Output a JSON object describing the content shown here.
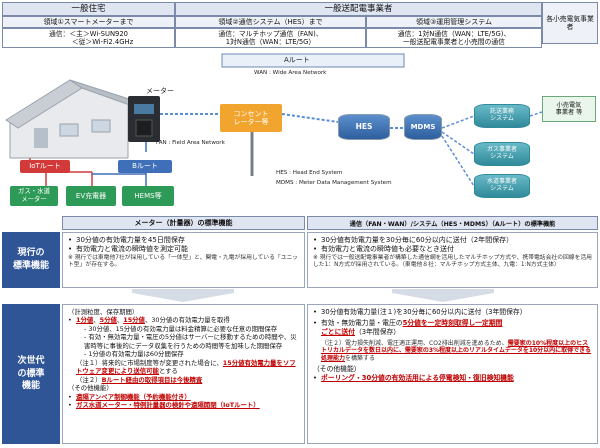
{
  "header": {
    "group_household": "一般住宅",
    "group_retailer": "一般送配電事業者",
    "small_retailer": "各小売電気事業者",
    "domain1_title": "領域①スマートメーターまで",
    "domain2_title": "領域②通信システム（HES）まで",
    "domain3_title": "領域③運用管理システム",
    "domain1_line1": "通信：＜主＞Wi-SUN920",
    "domain1_line2": "＜従＞Wi-Fi2.4GHz",
    "domain2_line1": "通信：マルチホップ通信（FAN)、",
    "domain2_line2": "1対N通信（WAN：LTE/5G）",
    "domain3_line1": "通信：1対N通信（WAN：LTE/5G)、",
    "domain3_line2": "一般送配電事業者と小売間の通信"
  },
  "diagram": {
    "meter_label": "メーター",
    "a_route": "Aルート",
    "wan_label": "WAN : Wide Area Network",
    "concentrator": "コンセント\nレーター等",
    "fan_label": "FAN : Field Area Network",
    "hes": "HES",
    "mdms": "MDMS",
    "iot_route": "IoTルート",
    "b_route": "Bルート",
    "gas_water": "ガス・水道\nメーター",
    "ev": "EV充電器",
    "hems": "HEMS等",
    "hes_def": "HES : Head End System",
    "mdms_def": "MDMS : Meter Data Management System",
    "wholesale": "託送業務\nシステム",
    "gas_sys": "ガス事業者\nシステム",
    "water_sys": "水道事業者\nシステム",
    "small_retailer": "小売電気\n事業者 等"
  },
  "table": {
    "col1_head": "メーター（計量器）の標準機能",
    "col2_head": "通信（FAN・WAN）/システム（HES・MDMS）（Aルート）の標準機能",
    "row1_head": "現行の\n標準機能",
    "row2_head": "次世代\nの標準\n機能",
    "current_left": {
      "b1": "30分値の有効電力量を45日間保存",
      "b2": "有効電力と電流の瞬時値を測定可能",
      "note": "※ 現行では東電他7社が採用している「一体型」と、関電・九電が採用している「ユニット型」が存在する。"
    },
    "current_right": {
      "b1": "30分値有効電力量を30分毎に60分以内に送付（2年間保存）",
      "b2": "有効電力と電流の瞬時値も必要なとき送付",
      "note": "※ 現行では一般送配電事業者が構築した通信網を活用したマルチホップ方式や、携帯電話会社の回線を活用した1：N方式が採用されている。（東電他８社：マルチホップ方式主体、九電：1:N方式主体）"
    },
    "next_left": {
      "intro": "（計測粒度、保存期間）",
      "b1_pre": "1分値",
      "b1_mid1": "、",
      "b1_5": "5分値",
      "b1_mid2": "、",
      "b1_15": "15分値",
      "b1_post": "、30分値の有効電力量を取得",
      "d1": "30分値、15分値の有効電力量は料金精算に必要な任意の期間保存",
      "d2": "有効・無効電力量・電圧の5分値はサーバーに移動するための時間や、災害時等に事後的にデータ収集を行うための時間等を加味した期間保存",
      "d3": "1分値の有効電力量は60分間保存",
      "n1_pre": "（注１）将来的に市場制度等が変更された場合に、",
      "n1_red": "15分値有効電力量をソフトウェア変更により送信可能",
      "n1_post": "とする",
      "n2_pre": "（注２）",
      "n2_red": "Bルート経由の取得項目は今後精査",
      "other": "（その他機能）",
      "o1": "遠隔アンペア制御機能（予約機能付き）",
      "o2": "ガス水道メーター・特例計量器の検針や遠隔開閉（IoTルート）"
    },
    "next_right": {
      "b1": "30分値有効電力量(注１)を30分毎に60分以内に送付（3年間保存）",
      "b2_pre": "有効・無効電力量・電圧の",
      "b2_red": "5分値を一定時刻取得し一定期間",
      "b2_red2": "ごとに送付",
      "b2_post": "（3年間保存）",
      "n2_pre": "（注２）電力損失削減、電圧適正運用、CO2排出削減を進めるため、",
      "n2_red": "需要家の10%程度以上のヒストリカルデータを数日以内に、需要家の3%程度以上のリアルタイムデータを10分以内に取得できる処理能力",
      "n2_post": "を構築する",
      "other": "（その他機能）",
      "o1": "ポーリング・30分値の有効活用による停電検知・復旧検知機能"
    }
  },
  "colors": {
    "header_fill": "#dfe6f2",
    "row_head": "#2f5597",
    "accent_red": "#c00000",
    "iot_red": "#d23a3a",
    "b_route_blue": "#3f6fb8",
    "device_green": "#2e9a57"
  }
}
